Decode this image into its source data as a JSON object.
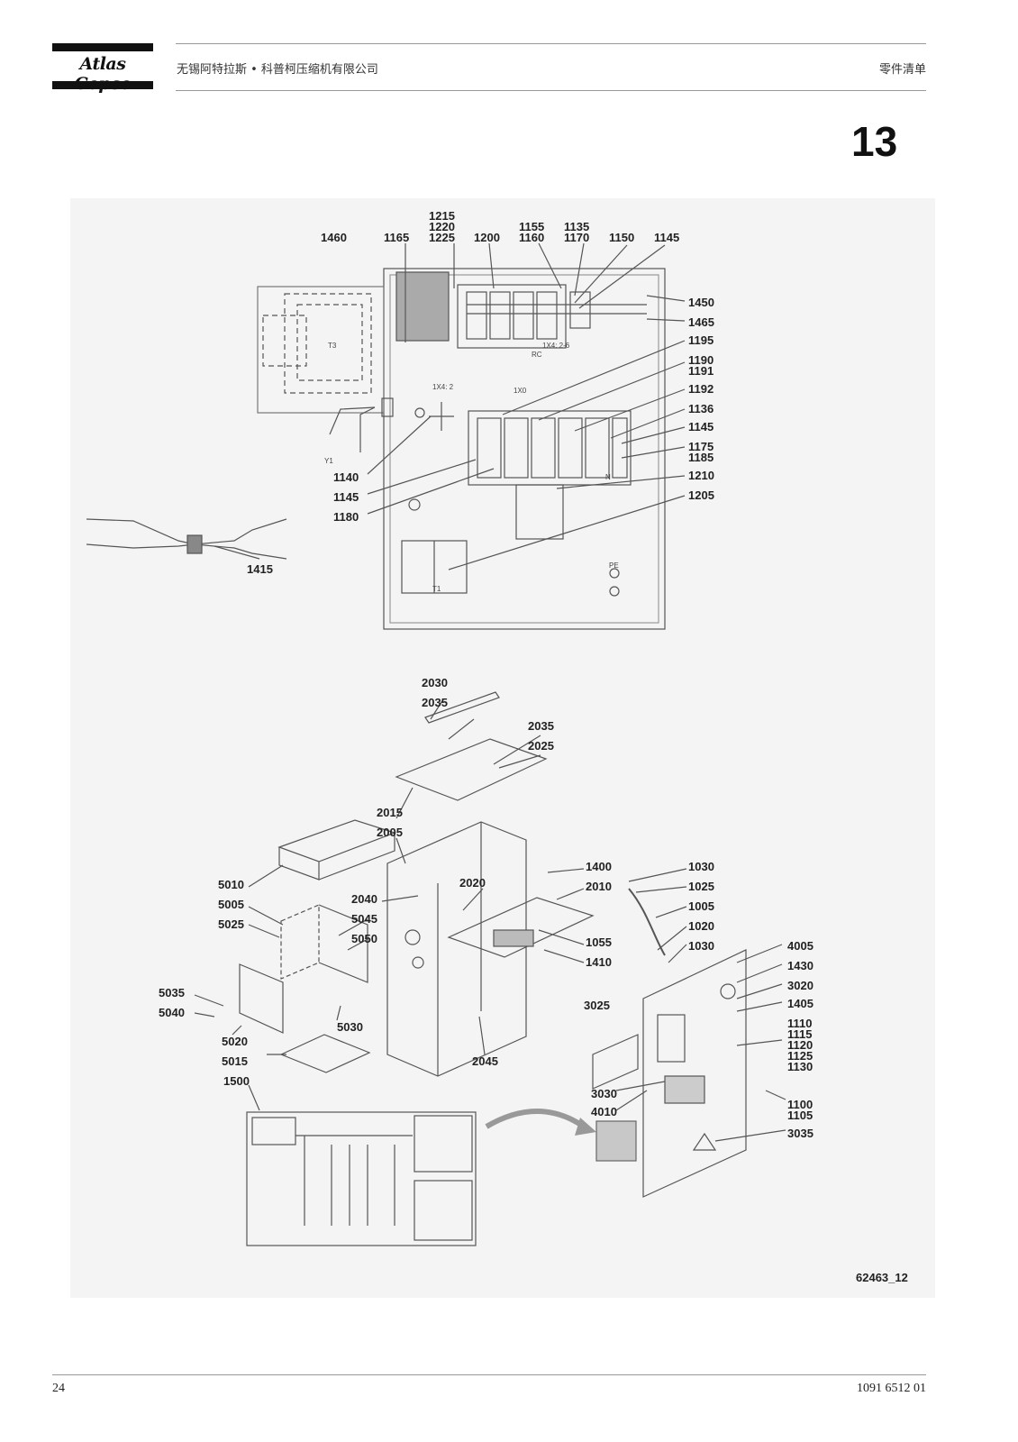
{
  "header": {
    "logo_text": "Atlas Copco",
    "company": "无锡阿特拉斯 • 科普柯压缩机有限公司",
    "doc_type": "零件清单"
  },
  "section_number": "13",
  "drawing": {
    "reference": "62463_12",
    "top_callouts": [
      "1215",
      "1220",
      "1225",
      "1460",
      "1165",
      "1200",
      "1155",
      "1160",
      "1135",
      "1170",
      "1150",
      "1145"
    ],
    "right_callouts": [
      "1450",
      "1465",
      "1195",
      "1190",
      "1191",
      "1192",
      "1136",
      "1145",
      "1175",
      "1185",
      "1210",
      "1205"
    ],
    "left_callouts": [
      "1140",
      "1145",
      "1180",
      "1415"
    ],
    "panel_labels": [
      "T3",
      "1X4: 2",
      "1X0",
      "1X4: 2-6",
      "RC",
      "N",
      "T1",
      "PE",
      "Y1"
    ],
    "exploded_callouts": [
      "2030",
      "2035",
      "2035",
      "2025",
      "2015",
      "2005",
      "5010",
      "5005",
      "5025",
      "2040",
      "5045",
      "5050",
      "2020",
      "1400",
      "2010",
      "1030",
      "1025",
      "1005",
      "1020",
      "1030",
      "1055",
      "1410",
      "4005",
      "1430",
      "3020",
      "1405",
      "1110",
      "1115",
      "1120",
      "1125",
      "1130",
      "5035",
      "5040",
      "5020",
      "5015",
      "5030",
      "2045",
      "3025",
      "3030",
      "4010",
      "1100",
      "1105",
      "3035",
      "1500"
    ]
  },
  "footer": {
    "page": "24",
    "doc_number": "1091 6512 01"
  }
}
